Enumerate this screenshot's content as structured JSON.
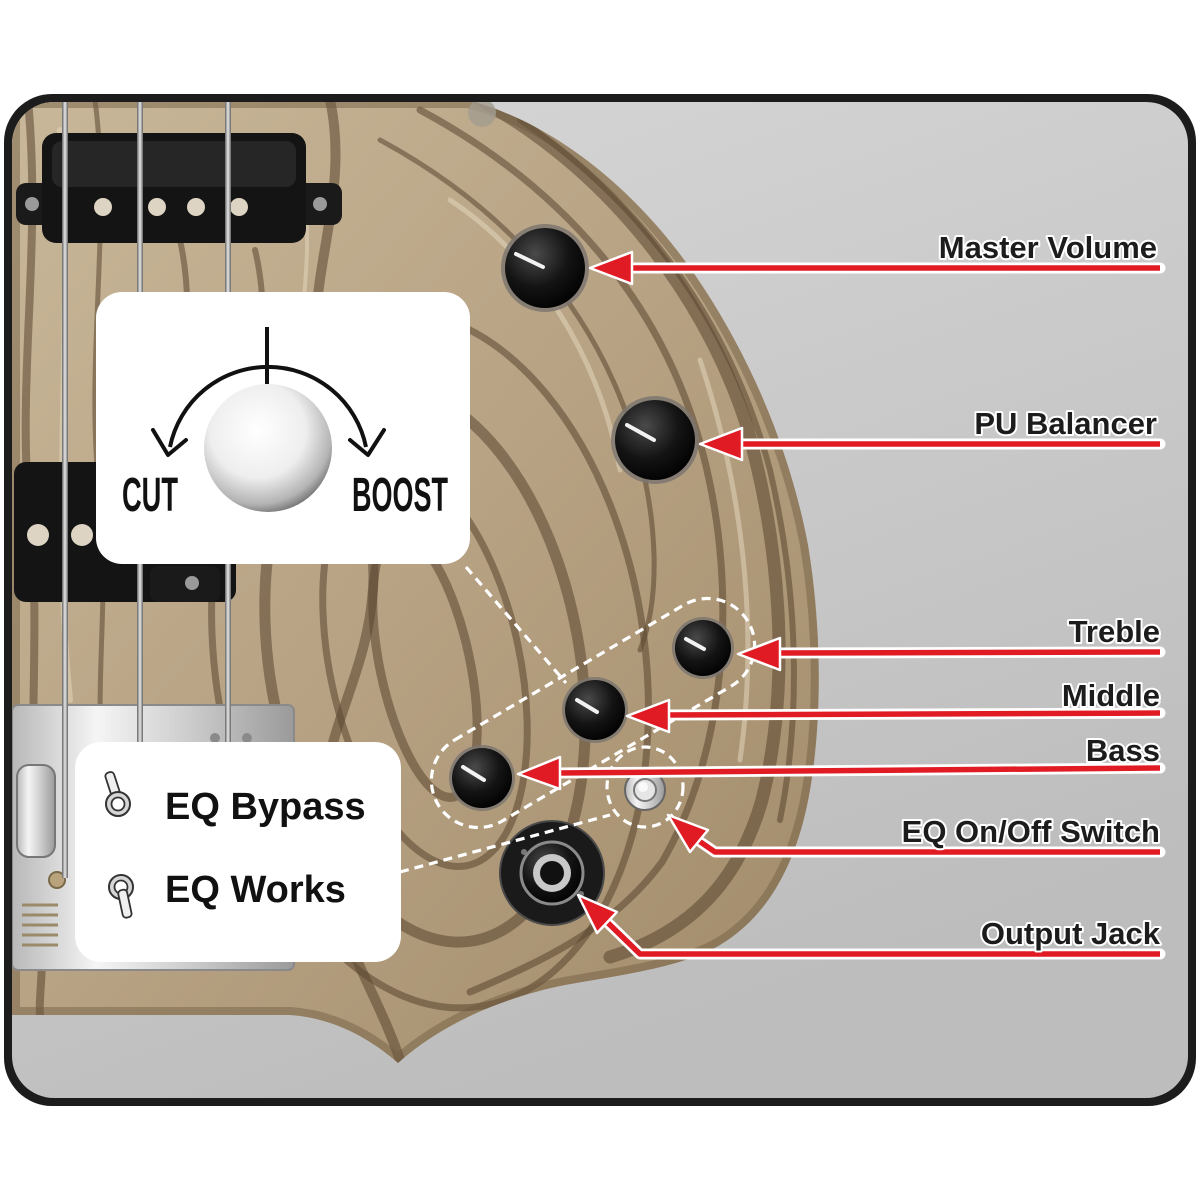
{
  "controls": {
    "master_volume": "Master Volume",
    "pu_balancer": "PU Balancer",
    "treble": "Treble",
    "middle": "Middle",
    "bass": "Bass",
    "eq_switch": "EQ On/Off Switch",
    "output_jack": "Output Jack"
  },
  "eq_knob_callout": {
    "cut": "CUT",
    "boost": "BOOST"
  },
  "eq_switch_callout": {
    "bypass": "EQ Bypass",
    "works": "EQ Works"
  },
  "icons": [
    "toggle-switch-up-icon",
    "toggle-switch-down-icon",
    "rotation-arc-icon"
  ],
  "colors": {
    "arrow": "#e01b24",
    "label": "#1c1c1c",
    "frame": "#1c1c1c",
    "background": "#c8c8c8",
    "wood": "#b7a283"
  }
}
